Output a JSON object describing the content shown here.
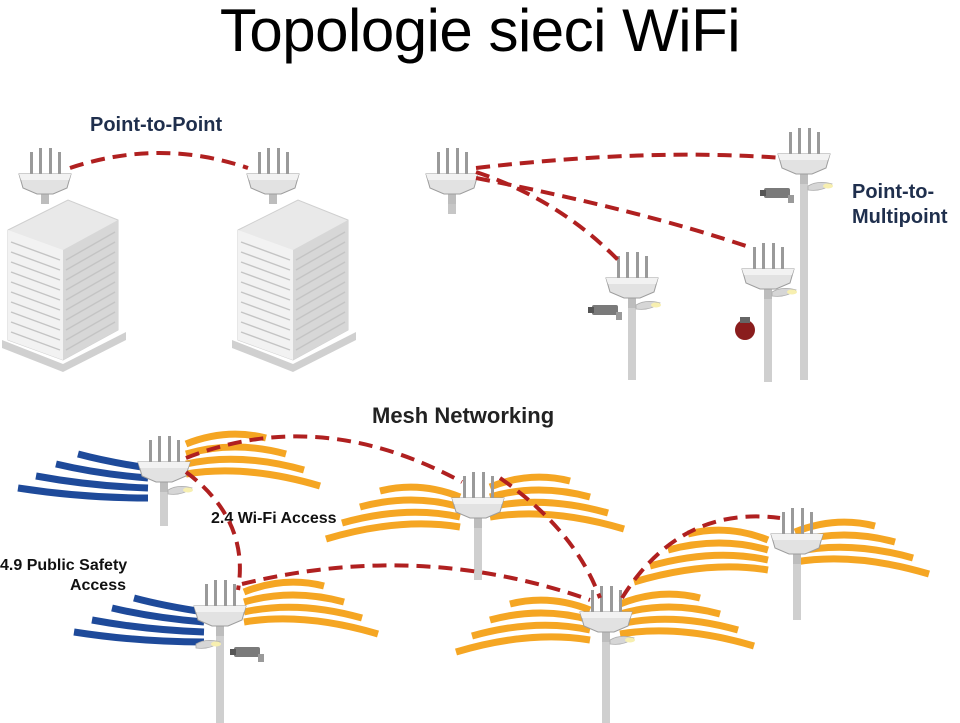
{
  "title": "Topologie sieci WiFi",
  "labels": {
    "point_to_point": "Point-to-Point",
    "point_to_multipoint_line1": "Point-to-",
    "point_to_multipoint_line2": "Multipoint",
    "mesh": "Mesh Networking",
    "wifi_access": "2.4 Wi-Fi Access",
    "public_safety_line1": "4.9 Public Safety",
    "public_safety_line2": "Access"
  },
  "colors": {
    "link": "#b02020",
    "wifi_wave": "#f5a623",
    "public_safety_wave": "#1e4a9a",
    "building": "#e6e6e6",
    "antenna": "#cfcfcf"
  }
}
